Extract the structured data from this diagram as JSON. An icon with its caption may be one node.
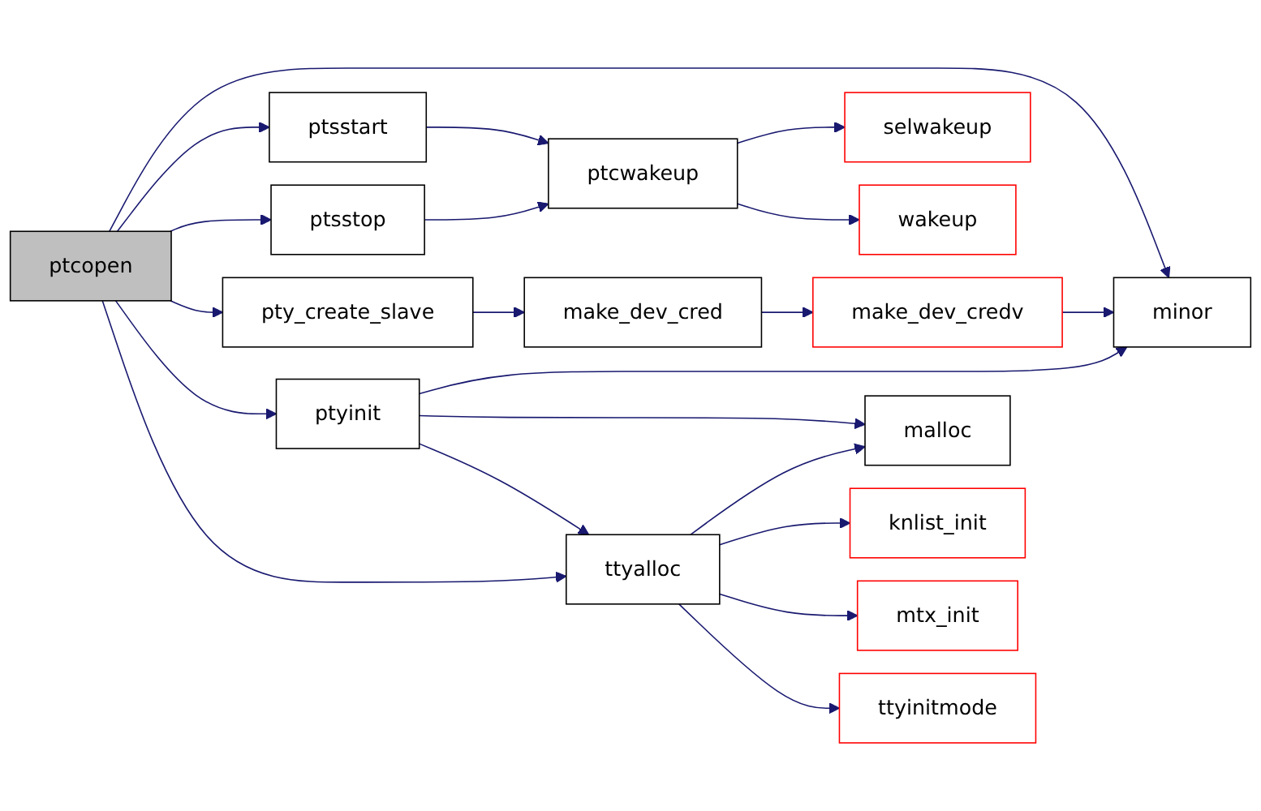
{
  "diagram": {
    "nodes": [
      {
        "text": [
          "ptcopen"
        ]
      },
      {
        "text": [
          "ptsstart"
        ]
      },
      {
        "text": [
          "ptsstop"
        ]
      },
      {
        "text": [
          "pty_create_slave"
        ]
      },
      {
        "text": [
          "ptyinit"
        ]
      },
      {
        "text": [
          "ptcwakeup"
        ]
      },
      {
        "text": [
          "make_dev_cred"
        ]
      },
      {
        "text": [
          "ttyalloc"
        ]
      },
      {
        "text": [
          "selwakeup"
        ]
      },
      {
        "text": [
          "wakeup"
        ]
      },
      {
        "text": [
          "make_dev_credv"
        ]
      },
      {
        "text": [
          "malloc"
        ]
      },
      {
        "text": [
          "knlist_init"
        ]
      },
      {
        "text": [
          "mtx_init"
        ]
      },
      {
        "text": [
          "ttyinitmode"
        ]
      },
      {
        "text": [
          "minor"
        ]
      }
    ],
    "edges": [
      {
        "from": 0,
        "to": 15,
        "arrow": "to"
      },
      {
        "from": 0,
        "to": 1,
        "arrow": "to"
      },
      {
        "from": 0,
        "to": 2,
        "arrow": "to"
      },
      {
        "from": 0,
        "to": 3,
        "arrow": "to"
      },
      {
        "from": 0,
        "to": 4,
        "arrow": "to"
      },
      {
        "from": 0,
        "to": 7,
        "arrow": "to"
      },
      {
        "from": 1,
        "to": 5,
        "arrow": "to"
      },
      {
        "from": 2,
        "to": 5,
        "arrow": "to"
      },
      {
        "from": 5,
        "to": 8,
        "arrow": "to"
      },
      {
        "from": 5,
        "to": 9,
        "arrow": "to"
      },
      {
        "from": 3,
        "to": 6,
        "arrow": "to"
      },
      {
        "from": 6,
        "to": 10,
        "arrow": "to"
      },
      {
        "from": 10,
        "to": 15,
        "arrow": "to"
      },
      {
        "from": 4,
        "to": 15,
        "arrow": "to"
      },
      {
        "from": 4,
        "to": 11,
        "arrow": "to"
      },
      {
        "from": 4,
        "to": 7,
        "arrow": "to"
      },
      {
        "from": 7,
        "to": 11,
        "arrow": "to"
      },
      {
        "from": 7,
        "to": 12,
        "arrow": "to"
      },
      {
        "from": 7,
        "to": 13,
        "arrow": "to"
      },
      {
        "from": 7,
        "to": 14,
        "arrow": "to"
      }
    ]
  }
}
